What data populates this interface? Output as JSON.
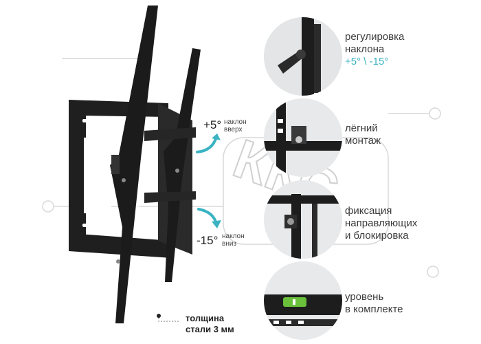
{
  "features": [
    {
      "line1": "регулировка",
      "line2": "наклона",
      "accent": "+5° \\ -15°"
    },
    {
      "line1": "лёгний",
      "line2": "монтаж"
    },
    {
      "line1": "фиксация",
      "line2": "направляющих",
      "line3": "и блокировка"
    },
    {
      "line1": "уровень",
      "line2": "в комплекте"
    }
  ],
  "tilt_up": {
    "value": "+5°",
    "note_line1": "наклон",
    "note_line2": "вверх"
  },
  "tilt_down": {
    "value": "-15°",
    "note_line1": "наклон",
    "note_line2": "вниз"
  },
  "steel": {
    "line1": "толщина",
    "line2": "стали 3 мм"
  },
  "watermark": {
    "text": "ККС"
  },
  "colors": {
    "accent": "#3bb3c3",
    "bracket": "#1e1e1e",
    "circle_bg": "#e9eaeb"
  },
  "icons": [
    "tilt-up-arrow-icon",
    "tilt-down-arrow-icon",
    "steel-thickness-pointer-icon"
  ]
}
